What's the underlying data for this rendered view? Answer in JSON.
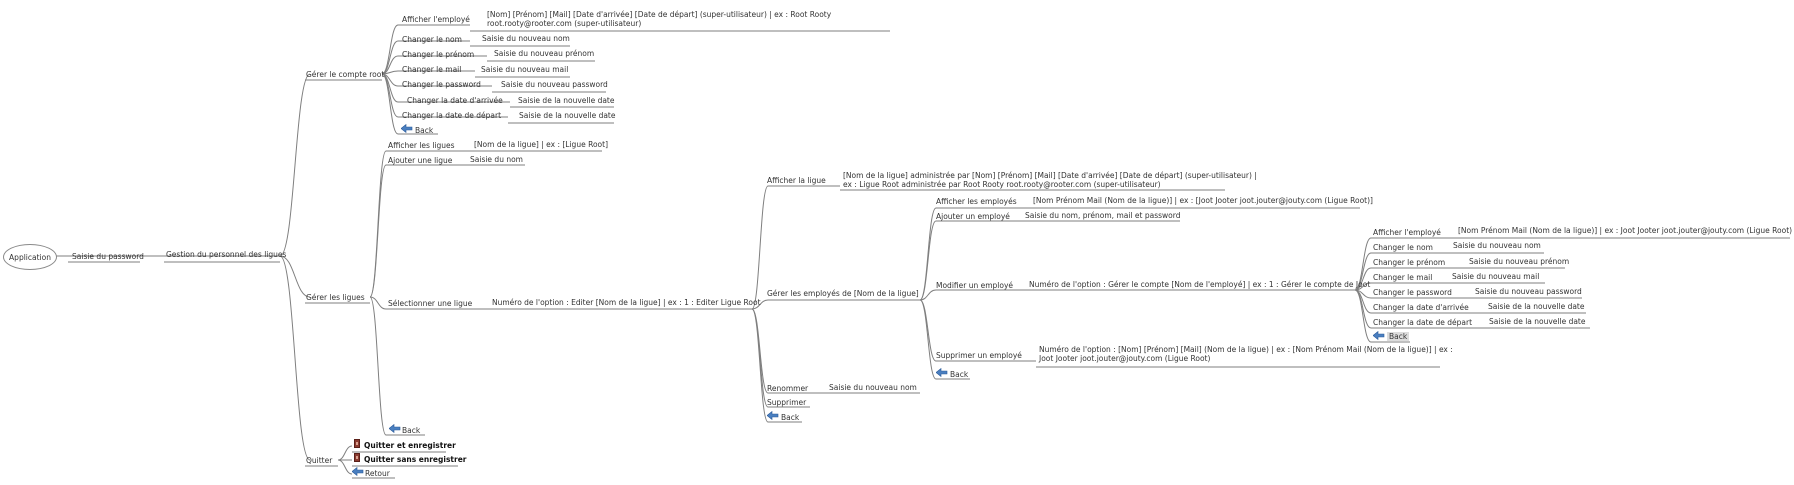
{
  "root": "Application",
  "n_password": "Saisie du password",
  "n_gestion": "Gestion du personnel des ligues",
  "n_root": "Gérer le compte root",
  "r_show": "Afficher l'employé",
  "r_show_info1": "[Nom] [Prénom] [Mail] [Date d'arrivée] [Date de départ] (super-utilisateur) | ex : Root Rooty",
  "r_show_info2": "root.rooty@rooter.com  (super-utilisateur)",
  "r_nom": "Changer le nom",
  "r_nom_v": "Saisie du nouveau nom",
  "r_prenom": "Changer le prénom",
  "r_prenom_v": "Saisie du nouveau prénom",
  "r_mail": "Changer le mail",
  "r_mail_v": "Saisie du nouveau mail",
  "r_pwd": "Changer le password",
  "r_pwd_v": "Saisie du nouveau password",
  "r_arr": "Changer la date d'arrivée",
  "r_arr_v": "Saisie de la nouvelle date",
  "r_dep": "Changer la date de départ",
  "r_dep_v": "Saisie de la nouvelle date",
  "back": "Back",
  "n_ligues": "Gérer les ligues",
  "l_show": "Afficher les ligues",
  "l_show_v": "[Nom de la ligue] | ex : [Ligue Root]",
  "l_add": "Ajouter une ligue",
  "l_add_v": "Saisie du nom",
  "l_sel": "Sélectionner une ligue",
  "l_sel_v": "Numéro de l'option : Editer [Nom de la ligue] | ex : 1 : Editer Ligue Root",
  "e_show": "Afficher la ligue",
  "e_show_v1": "[Nom de la ligue] administrée par [Nom] [Prénom] [Mail] [Date d'arrivée] [Date de départ] (super-utilisateur) |",
  "e_show_v2": "ex : Ligue Root administrée par Root Rooty root.rooty@rooter.com (super-utilisateur)",
  "e_emp": "Gérer les employés de [Nom de la ligue]",
  "e_ren": "Renommer",
  "e_ren_v": "Saisie du nouveau nom",
  "e_sup": "Supprimer",
  "m_show": "Afficher les employés",
  "m_show_v": "[Nom Prénom Mail (Nom de la ligue)] | ex : [Joot Jooter joot.jouter@jouty.com (Ligue Root)]",
  "m_add": "Ajouter un employé",
  "m_add_v": "Saisie du nom, prénom, mail et password",
  "m_mod": "Modifier un employé",
  "m_mod_v": "Numéro de l'option : Gérer le compte [Nom de l'employé] | ex : 1 : Gérer le compte de Joot",
  "m_sup": "Supprimer un employé",
  "m_sup_v1": "Numéro de l'option : [Nom] [Prénom] [Mail] (Nom de la ligue) | ex : [Nom Prénom Mail (Nom de la ligue)] | ex :",
  "m_sup_v2": "Joot Jooter joot.jouter@jouty.com (Ligue Root)",
  "x_show": "Afficher l'employé",
  "x_show_v": "[Nom Prénom Mail (Nom de la ligue)] | ex : Joot Jooter joot.jouter@jouty.com (Ligue Root)",
  "n_quit": "Quitter",
  "q_save": "Quitter et enregistrer",
  "q_nosave": "Quitter sans enregistrer",
  "q_ret": "Retour"
}
